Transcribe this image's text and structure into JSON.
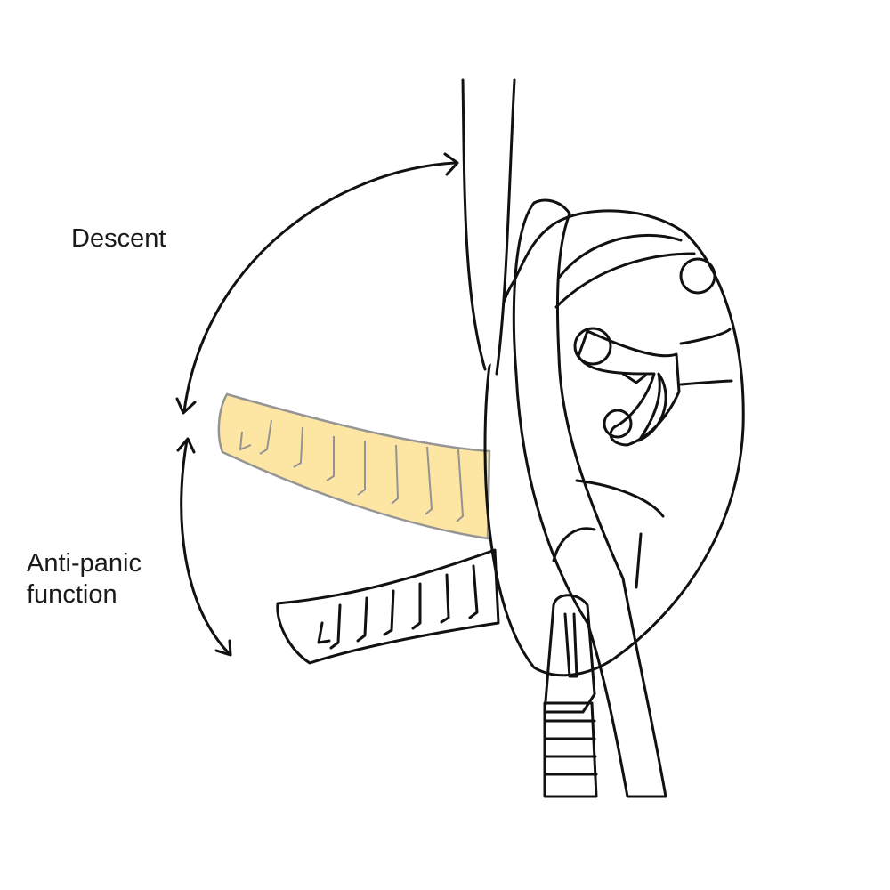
{
  "labels": {
    "descent": "Descent",
    "anti_panic_line1": "Anti-panic",
    "anti_panic_line2": "function"
  },
  "colors": {
    "device_yellow": "#FFC600",
    "faded_handle": "#FDE39A",
    "outline": "#111111"
  }
}
